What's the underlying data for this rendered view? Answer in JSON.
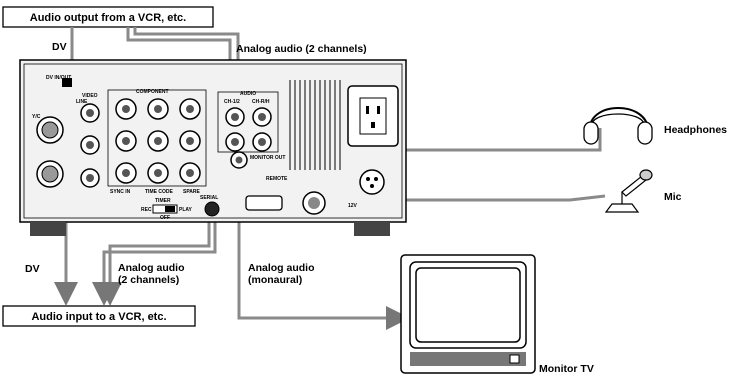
{
  "labels": {
    "audio_output_box": "Audio output from a VCR, etc.",
    "audio_input_box": "Audio input to a VCR, etc.",
    "dv_top": "DV",
    "dv_bottom": "DV",
    "analog_2ch_top": "Analog audio (2 channels)",
    "analog_2ch_bottom_line1": "Analog audio",
    "analog_2ch_bottom_line2": "(2 channels)",
    "analog_mono_line1": "Analog audio",
    "analog_mono_line2": "(monaural)",
    "headphones": "Headphones",
    "mic": "Mic",
    "monitor_tv": "Monitor TV"
  },
  "panel_labels": {
    "dv_inout": "DV IN/OUT",
    "yc": "Y/C",
    "video": "VIDEO",
    "line": "LINE",
    "component": "COMPONENT",
    "audio": "AUDIO",
    "ch12": "CH-1/2",
    "chrh": "CH-R/H",
    "monitor_out": "MONITOR OUT",
    "remote": "REMOTE",
    "sync_in": "SYNC IN",
    "time_code": "TIME CODE",
    "spare": "SPARE",
    "timer": "TIMER",
    "rec": "REC",
    "play": "PLAY",
    "off": "OFF",
    "serial": "SERIAL",
    "twelve_v": "12V"
  }
}
